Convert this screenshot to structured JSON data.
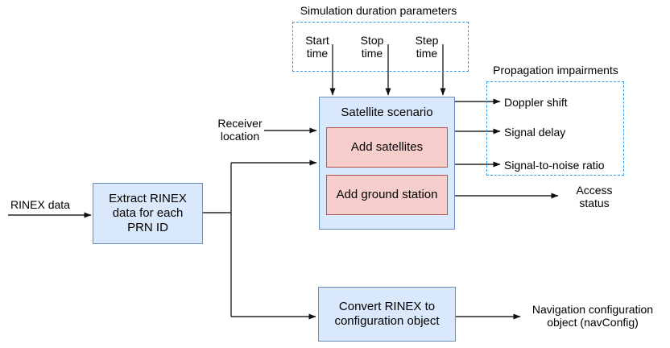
{
  "diagram": {
    "inputs": {
      "rinex_data": "RINEX data",
      "receiver_location": "Receiver\nlocation"
    },
    "sim_duration": {
      "title": "Simulation duration parameters",
      "params": [
        "Start\ntime",
        "Stop\ntime",
        "Step\ntime"
      ]
    },
    "extract_block": {
      "label": "Extract RINEX\ndata for each\nPRN ID"
    },
    "scenario_block": {
      "title": "Satellite scenario",
      "steps": [
        "Add satellites",
        "Add ground station"
      ]
    },
    "convert_block": {
      "label": "Convert RINEX to\nconfiguration object"
    },
    "propagation": {
      "title": "Propagation impairments",
      "outputs": [
        "Doppler shift",
        "Signal delay",
        "Signal-to-noise ratio"
      ]
    },
    "outputs": {
      "access_status": "Access\nstatus",
      "nav_config": "Navigation configuration\nobject (navConfig)"
    }
  },
  "colors": {
    "block_fill": "#dae8fc",
    "block_border": "#6c8ebf",
    "step_fill": "#f8cecc",
    "step_border": "#b85450",
    "dashed_border": "#2e9bf0",
    "wire": "#262626"
  }
}
